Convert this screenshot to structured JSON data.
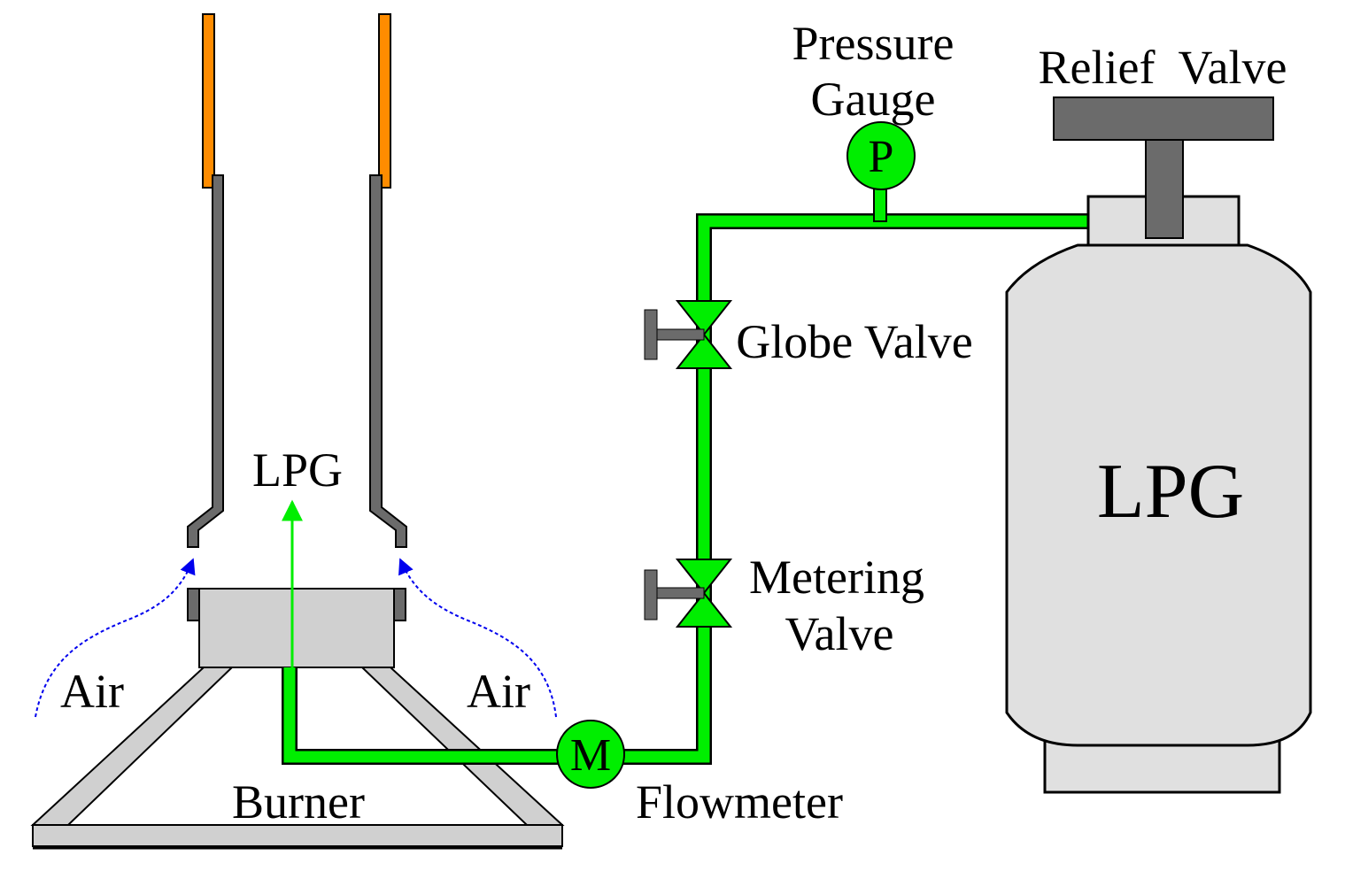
{
  "labels": {
    "lpg_flame": "LPG",
    "air_left": "Air",
    "air_right": "Air",
    "burner": "Burner",
    "flowmeter": "Flowmeter",
    "metering_valve_line1": "Metering",
    "metering_valve_line2": "Valve",
    "globe_valve": "Globe Valve",
    "pressure_gauge_line1": "Pressure",
    "pressure_gauge_line2": "Gauge",
    "relief_valve": "Relief  Valve",
    "tank": "LPG"
  },
  "instruments": {
    "pressure_gauge_symbol": "P",
    "flowmeter_symbol": "M"
  },
  "colors": {
    "gas_line": "#00ee00",
    "air_flow": "#0000ee",
    "wall": "#6b6b6b",
    "flame_tube": "#ff8c00",
    "burner_body": "#d0d0d0",
    "tank_body": "#e0e0e0",
    "outline": "#000000"
  }
}
